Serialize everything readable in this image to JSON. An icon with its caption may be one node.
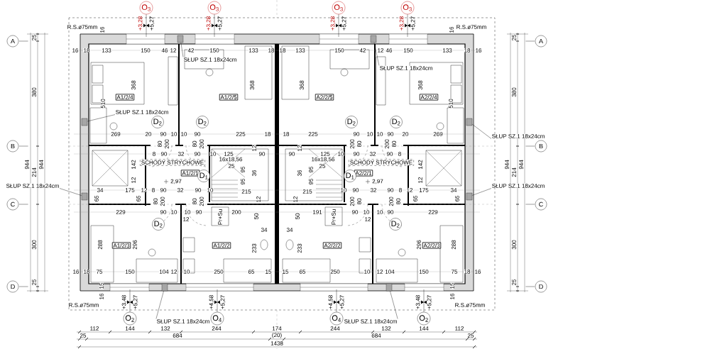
{
  "diagram": {
    "nodes": [
      {
        "text": [
          "A1/2/4"
        ]
      },
      {
        "text": [
          "A1/2/5"
        ]
      },
      {
        "text": [
          "A2/2/5"
        ]
      },
      {
        "text": [
          "A2/2/4"
        ]
      },
      {
        "text": [
          "A1/2/1"
        ]
      },
      {
        "text": [
          "A2/2/1"
        ]
      },
      {
        "text": [
          "A1/2/3"
        ]
      },
      {
        "text": [
          "A1/2/2"
        ]
      },
      {
        "text": [
          "A2/2/2"
        ]
      },
      {
        "text": [
          "A2/2/3"
        ]
      },
      {
        "text": [
          "D$_{2}$"
        ]
      },
      {
        "text": [
          "D$_{2}$"
        ]
      },
      {
        "text": [
          "D$_{2}$"
        ]
      },
      {
        "text": [
          "D$_{2}$"
        ]
      },
      {
        "text": [
          "D$_{1}$"
        ]
      },
      {
        "text": [
          "D$_{1}$"
        ]
      },
      {
        "text": [
          "D$_{2}$"
        ]
      },
      {
        "text": [
          "D$_{2}$"
        ]
      },
      {
        "text": [
          "SCHODY STRYCHOWE"
        ]
      },
      {
        "text": [
          "SCHODY STRYCHOWE"
        ]
      },
      {
        "text": [
          "O$_{3}$"
        ],
        "beside": [
          "+3,28",
          "+5,27"
        ]
      },
      {
        "text": [
          "O$_{3}$"
        ],
        "beside": [
          "+3,28",
          "+5,27"
        ]
      },
      {
        "text": [
          "O$_{3}$"
        ],
        "beside": [
          "+3,28",
          "+5,27"
        ]
      },
      {
        "text": [
          "O$_{3}$"
        ],
        "beside": [
          "+3,28",
          "+5,27"
        ]
      },
      {
        "text": [
          "O$_{2}$"
        ],
        "beside": [
          "+3,48",
          "+5,27"
        ]
      },
      {
        "text": [
          "O$_{4}$"
        ],
        "beside": [
          "+4,58",
          "+5,27"
        ]
      },
      {
        "text": [
          "O$_{4}$"
        ],
        "beside": [
          "+4,58",
          "+5,27"
        ]
      },
      {
        "text": [
          "O$_{2}$"
        ],
        "beside": [
          "+3,48",
          "+5,27"
        ]
      },
      {
        "text": [
          "SŁUP SZ.1 18x24cm"
        ]
      },
      {
        "text": [
          "SŁUP SZ.1 18x24cm"
        ]
      },
      {
        "text": [
          "SŁUP SZ.1 18x24cm"
        ]
      },
      {
        "text": [
          "SŁUP SZ.1 18x24cm"
        ]
      },
      {
        "text": [
          "SŁUP SZ.1 18x24cm"
        ]
      },
      {
        "text": [
          "SŁUP SZ.1 18x24cm"
        ]
      },
      {
        "text": [
          "SŁUP SZ.1 18x24cm"
        ]
      },
      {
        "text": [
          "SŁUP SZ.1 18x24cm"
        ]
      },
      {
        "text": [
          "A"
        ]
      },
      {
        "text": [
          "B"
        ]
      },
      {
        "text": [
          "C"
        ]
      },
      {
        "text": [
          "D"
        ]
      },
      {
        "text": [
          "A"
        ]
      },
      {
        "text": [
          "B"
        ]
      },
      {
        "text": [
          "C"
        ]
      },
      {
        "text": [
          "D"
        ]
      },
      {
        "text": [],
        "shape": "box"
      },
      {
        "text": [],
        "shape": "box"
      },
      {
        "text": [],
        "shape": "box"
      },
      {
        "text": [],
        "shape": "box"
      },
      {
        "text": [],
        "shape": "box"
      },
      {
        "text": [],
        "shape": "box"
      },
      {
        "text": [],
        "shape": "box"
      },
      {
        "text": [],
        "shape": "box"
      }
    ],
    "edges": [
      {
        "from": 28,
        "to": 46,
        "arrow": "none"
      },
      {
        "from": 29,
        "to": 44,
        "arrow": "none"
      },
      {
        "from": 30,
        "to": 45,
        "arrow": "none"
      },
      {
        "from": 31,
        "to": 47,
        "arrow": "none"
      },
      {
        "from": 32,
        "to": 48,
        "arrow": "none"
      },
      {
        "from": 33,
        "to": 49,
        "arrow": "none"
      },
      {
        "from": 34,
        "to": 50,
        "arrow": "none"
      },
      {
        "from": 35,
        "to": 51,
        "arrow": "none"
      },
      {
        "from": 20,
        "to": null,
        "arrow": "none"
      },
      {
        "from": 21,
        "to": null,
        "arrow": "none"
      },
      {
        "from": 22,
        "to": null,
        "arrow": "none"
      },
      {
        "from": 23,
        "to": null,
        "arrow": "none"
      },
      {
        "from": 24,
        "to": null,
        "arrow": "none"
      },
      {
        "from": 25,
        "to": null,
        "arrow": "none"
      },
      {
        "from": 26,
        "to": null,
        "arrow": "none"
      },
      {
        "from": 27,
        "to": null,
        "arrow": "none"
      }
    ],
    "labels": [
      "R.S.ø75mm",
      "16",
      "16",
      "18",
      "133",
      "150",
      "46",
      "12",
      "42",
      "150",
      "133",
      "18",
      "368",
      "368",
      "510",
      "269",
      "20",
      "90",
      "10",
      "10",
      "90",
      "225",
      "18",
      "80",
      "200",
      "80",
      "200",
      "8",
      "90",
      "32",
      "90",
      "10",
      "125",
      "12",
      "90",
      "16x18,56",
      "25",
      "95",
      "142",
      "12",
      "2,97",
      "36",
      "95",
      "215",
      "12",
      "34",
      "175",
      "12",
      "8",
      "90",
      "32",
      "90",
      "10",
      "65",
      "65",
      "80",
      "200",
      "80",
      "200",
      "229",
      "90",
      "10",
      "10",
      "90",
      "12",
      "200",
      "50",
      "34",
      "Pr+Su",
      "288",
      "296",
      "233",
      "16",
      "18",
      "75",
      "150",
      "104",
      "12",
      "10",
      "250",
      "65",
      "15",
      "15",
      "16",
      "R.S.ø75mm",
      "R.S.ø75mm",
      "16",
      "16",
      "18",
      "133",
      "150",
      "46",
      "12",
      "42",
      "150",
      "133",
      "18",
      "368",
      "368",
      "510",
      "269",
      "20",
      "90",
      "10",
      "10",
      "90",
      "225",
      "18",
      "80",
      "200",
      "80",
      "200",
      "8",
      "90",
      "32",
      "90",
      "10",
      "125",
      "12",
      "90",
      "16x18,56",
      "25",
      "95",
      "142",
      "12",
      "2,97",
      "36",
      "95",
      "215",
      "12",
      "34",
      "175",
      "12",
      "8",
      "90",
      "32",
      "90",
      "10",
      "65",
      "65",
      "80",
      "200",
      "80",
      "200",
      "229",
      "90",
      "10",
      "10",
      "90",
      "12",
      "191",
      "50",
      "34",
      "Pr+Su",
      "288",
      "296",
      "233",
      "16",
      "18",
      "75",
      "150",
      "104",
      "12",
      "10",
      "250",
      "65",
      "15",
      "15",
      "16",
      "R.S.ø75mm",
      "25",
      "380",
      "944",
      "944",
      "214",
      "300",
      "25",
      "25",
      "380",
      "944",
      "944",
      "214",
      "300",
      "25",
      "112",
      "144",
      "132",
      "244",
      "174",
      "244",
      "132",
      "144",
      "112",
      "25",
      "684",
      "(20)",
      "684",
      "25",
      "1438"
    ]
  }
}
